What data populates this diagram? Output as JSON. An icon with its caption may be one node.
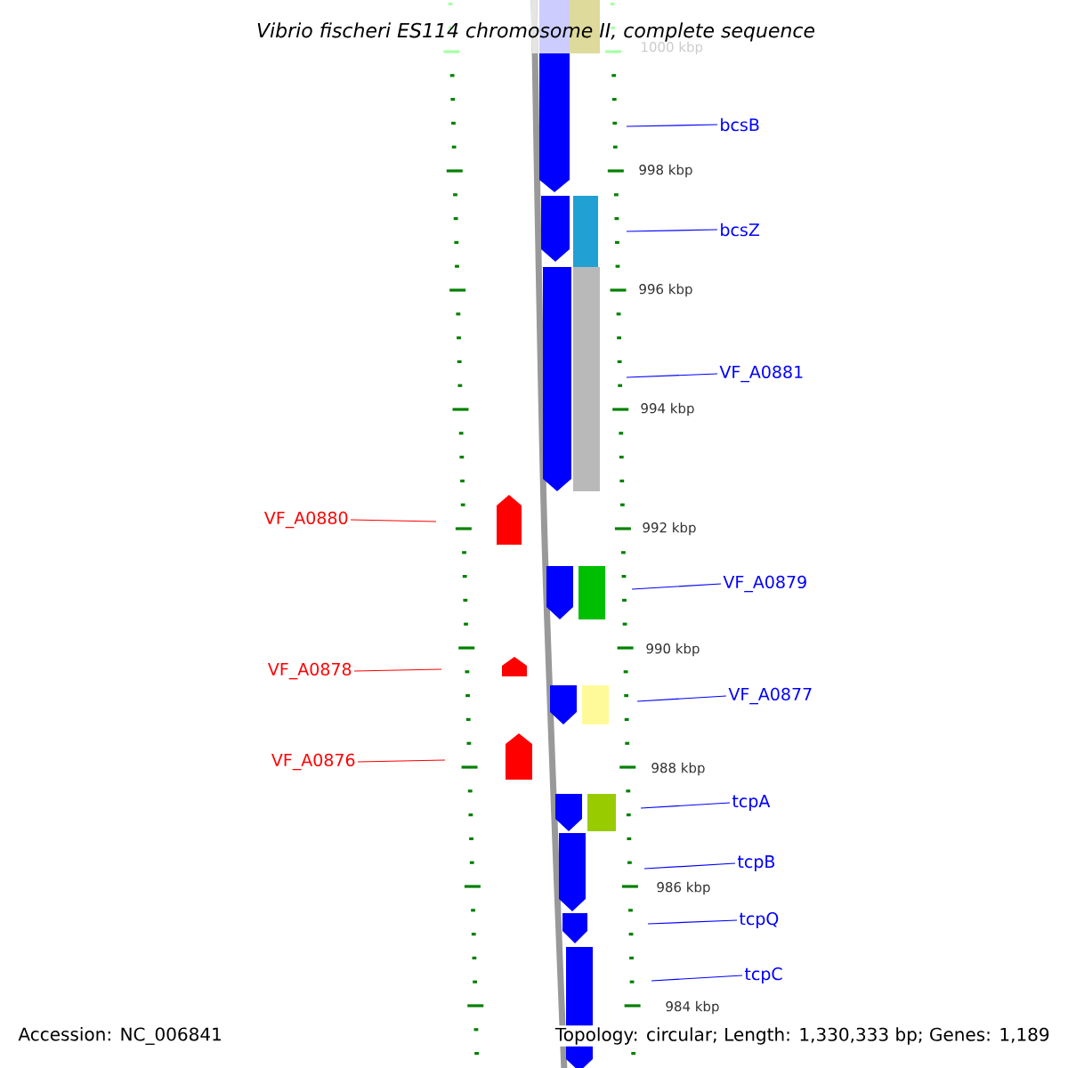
{
  "diagram": {
    "title": "Vibrio fischeri ES114 chromosome II, complete sequence",
    "nodes": [
      {
        "text": [
          "bcsB"
        ]
      },
      {
        "text": [
          "bcsZ"
        ]
      },
      {
        "text": [
          "VF_A0881"
        ]
      },
      {
        "text": [
          "VF_A0880"
        ]
      },
      {
        "text": [
          "VF_A0879"
        ]
      },
      {
        "text": [
          "VF_A0878"
        ]
      },
      {
        "text": [
          "VF_A0877"
        ]
      },
      {
        "text": [
          "VF_A0876"
        ]
      },
      {
        "text": [
          "tcpA"
        ]
      },
      {
        "text": [
          "tcpB"
        ]
      },
      {
        "text": [
          "tcpQ"
        ]
      },
      {
        "text": [
          "tcpC"
        ]
      }
    ],
    "edges": [
      {
        "from": 0,
        "to": null,
        "arrow": "none"
      },
      {
        "from": 1,
        "to": null,
        "arrow": "none"
      },
      {
        "from": 2,
        "to": null,
        "arrow": "none"
      },
      {
        "from": 3,
        "to": null,
        "arrow": "none",
        "color": "#ff0000"
      },
      {
        "from": 4,
        "to": null,
        "arrow": "none"
      },
      {
        "from": 5,
        "to": null,
        "arrow": "none",
        "color": "#ff0000"
      },
      {
        "from": 6,
        "to": null,
        "arrow": "none"
      },
      {
        "from": 7,
        "to": null,
        "arrow": "none",
        "color": "#ff0000"
      },
      {
        "from": 8,
        "to": null,
        "arrow": "none"
      },
      {
        "from": 9,
        "to": null,
        "arrow": "none"
      },
      {
        "from": 10,
        "to": null,
        "arrow": "none"
      },
      {
        "from": 11,
        "to": null,
        "arrow": "none"
      }
    ],
    "labels": [
      "1000 kbp",
      "998 kbp",
      "996 kbp",
      "994 kbp",
      "992 kbp",
      "990 kbp",
      "988 kbp",
      "986 kbp",
      "984 kbp",
      "Accession: NC_006841",
      "Topology: circular; Length: 1,330,333 bp; Genes: 1,189"
    ]
  }
}
